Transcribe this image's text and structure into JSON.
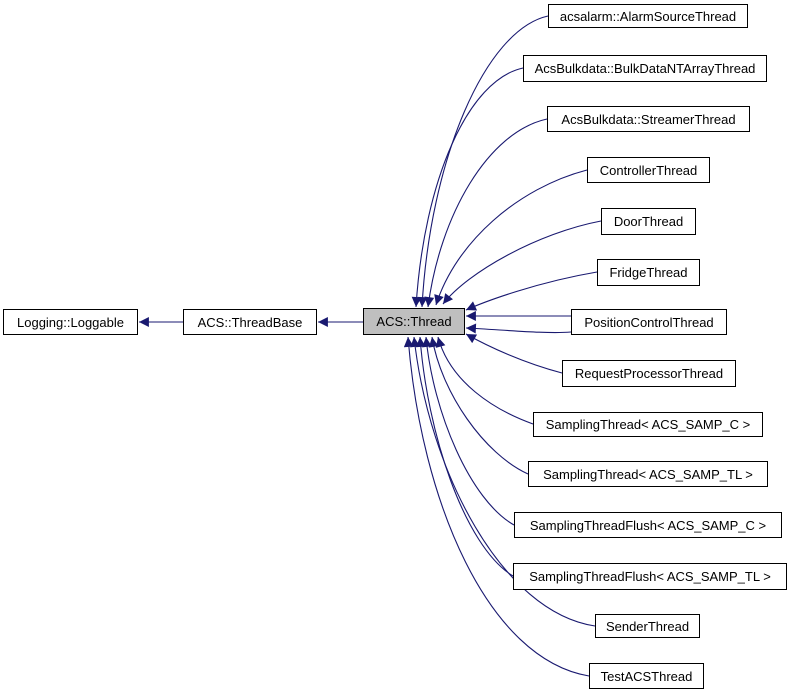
{
  "diagram": {
    "type": "class-inheritance-graph",
    "tool_style": "doxygen",
    "colors": {
      "background": "#ffffff",
      "edge": "#191970",
      "node_border": "#000000",
      "node_fill": "#ffffff",
      "highlight_node_fill": "#bfbfbf",
      "text": "#000000"
    }
  },
  "nodes": {
    "loggable": {
      "label": "Logging::Loggable"
    },
    "threadbase": {
      "label": "ACS::ThreadBase"
    },
    "acs_thread": {
      "label": "ACS::Thread",
      "highlighted": true
    },
    "alarm": {
      "label": "acsalarm::AlarmSourceThread"
    },
    "bulknt": {
      "label": "AcsBulkdata::BulkDataNTArrayThread"
    },
    "streamer": {
      "label": "AcsBulkdata::StreamerThread"
    },
    "controller": {
      "label": "ControllerThread"
    },
    "door": {
      "label": "DoorThread"
    },
    "fridge": {
      "label": "FridgeThread"
    },
    "posctrl": {
      "label": "PositionControlThread"
    },
    "reqproc": {
      "label": "RequestProcessorThread"
    },
    "sampc": {
      "label": "SamplingThread< ACS_SAMP_C >"
    },
    "samptl": {
      "label": "SamplingThread< ACS_SAMP_TL >"
    },
    "flushc": {
      "label": "SamplingThreadFlush< ACS_SAMP_C >"
    },
    "flushtl": {
      "label": "SamplingThreadFlush< ACS_SAMP_TL >"
    },
    "sender": {
      "label": "SenderThread"
    },
    "testacs": {
      "label": "TestACSThread"
    }
  },
  "edges": [
    {
      "from": "acs_thread",
      "to": "threadbase",
      "relation": "inherits"
    },
    {
      "from": "threadbase",
      "to": "loggable",
      "relation": "inherits"
    },
    {
      "from": "alarm",
      "to": "acs_thread",
      "relation": "inherits"
    },
    {
      "from": "bulknt",
      "to": "acs_thread",
      "relation": "inherits"
    },
    {
      "from": "streamer",
      "to": "acs_thread",
      "relation": "inherits"
    },
    {
      "from": "controller",
      "to": "acs_thread",
      "relation": "inherits"
    },
    {
      "from": "door",
      "to": "acs_thread",
      "relation": "inherits"
    },
    {
      "from": "fridge",
      "to": "acs_thread",
      "relation": "inherits"
    },
    {
      "from": "posctrl",
      "to": "acs_thread",
      "relation": "inherits"
    },
    {
      "from": "posctrl",
      "to": "acs_thread",
      "relation": "inherits-second-edge"
    },
    {
      "from": "reqproc",
      "to": "acs_thread",
      "relation": "inherits"
    },
    {
      "from": "sampc",
      "to": "acs_thread",
      "relation": "inherits"
    },
    {
      "from": "samptl",
      "to": "acs_thread",
      "relation": "inherits"
    },
    {
      "from": "flushc",
      "to": "acs_thread",
      "relation": "inherits"
    },
    {
      "from": "flushtl",
      "to": "acs_thread",
      "relation": "inherits"
    },
    {
      "from": "sender",
      "to": "acs_thread",
      "relation": "inherits"
    },
    {
      "from": "testacs",
      "to": "acs_thread",
      "relation": "inherits"
    }
  ]
}
